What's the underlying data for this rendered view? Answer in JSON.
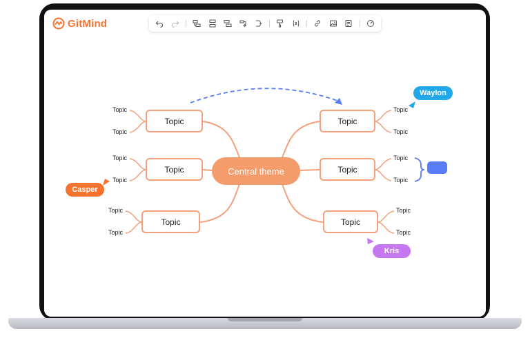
{
  "app": {
    "name": "GitMind",
    "brand_color": "#f4742f"
  },
  "toolbar": {
    "icons": [
      "undo-icon",
      "redo-icon",
      "add-child-icon",
      "add-sibling-icon",
      "add-parent-icon",
      "relationship-icon",
      "summary-icon",
      "format-painter-icon",
      "formula-icon",
      "link-icon",
      "image-icon",
      "note-icon",
      "style-icon"
    ]
  },
  "mindmap": {
    "central": "Central theme",
    "topic_label": "Topic",
    "left_topics": [
      {
        "label": "Topic",
        "children": [
          "Topic",
          "Topic"
        ]
      },
      {
        "label": "Topic",
        "children": [
          "Topic",
          "Topic"
        ]
      },
      {
        "label": "Topic",
        "children": [
          "Topic",
          "Topic"
        ]
      }
    ],
    "right_topics": [
      {
        "label": "Topic",
        "children": [
          "Topic",
          "Topic"
        ]
      },
      {
        "label": "Topic",
        "children": [
          "Topic",
          "Topic"
        ]
      },
      {
        "label": "Topic",
        "children": [
          "Topic",
          "Topic"
        ]
      }
    ]
  },
  "collaborators": [
    {
      "name": "Waylon",
      "color": "#22a7e8"
    },
    {
      "name": "Casper",
      "color": "#f4742f"
    },
    {
      "name": "Kris",
      "color": "#c578f0"
    }
  ],
  "colors": {
    "branch": "#f4a07c",
    "central_fill": "#f49c6b",
    "relationship_line": "#5b7cf7",
    "summary": "#5b7cf7"
  }
}
